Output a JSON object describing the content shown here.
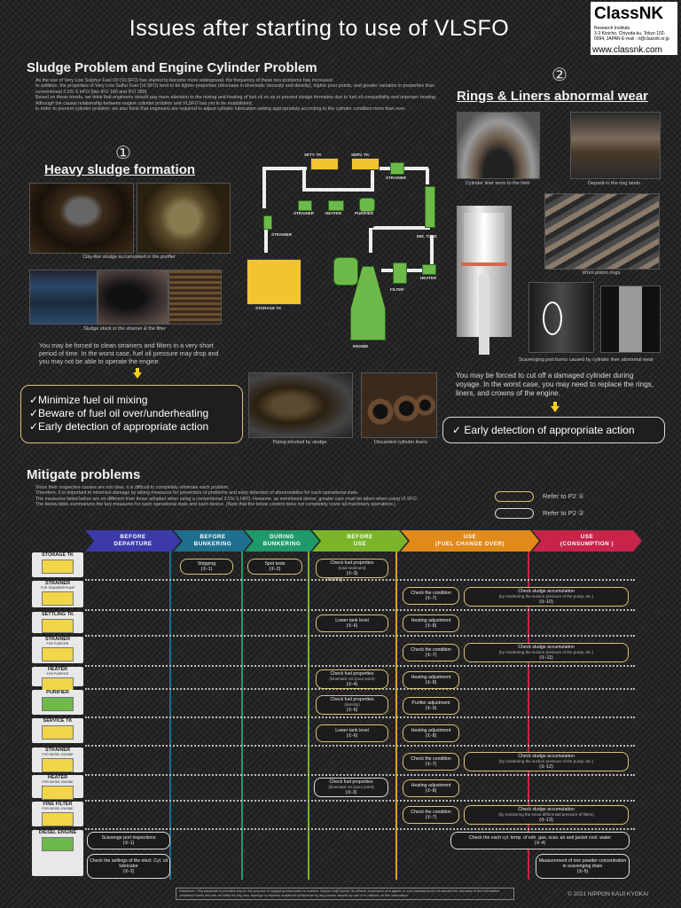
{
  "title": "Issues after starting to use of VLSFO",
  "logo": {
    "name": "ClassNK",
    "institute": "Research Institute",
    "address": "3-3 Kioicho, Chiyoda-ku, Tokyo 102-0094, JAPAN E-mail : ri@classnk.or.jp",
    "url": "www.classnk.com"
  },
  "section1": {
    "heading": "Sludge Problem and Engine Cylinder Problem",
    "paragraph": [
      "As the use of Very Low Sulphur Fuel Oil (VLSFO) has started to become more widespread, the frequency of these two problems has increased.",
      "In addition, the properties of Very Low Sulfur Fuel (VLSFO) tend to be lighter properties (decrease in kinematic viscosity and density), higher pour points, and greater variation in properties than conventional 3.5% S HFO (like IFO 180 and IFO 380).",
      "Based on these trends, we think that engineers should pay more attention to the mixing and heating of fuel oil so as to prevent sludge formation due to fuel oil compatibility and improper heating.",
      "Although the causal relationship between engine cylinder problem and VLSFO has yet to be established,",
      "in order to prevent cylinder problem, we also think that engineers are required to adjust cylinder lubrication setting appropriately according to the cylinder condition more than ever."
    ]
  },
  "sludge": {
    "number": "①",
    "heading": "Heavy sludge formation",
    "cap_purifier": "Clay-like sludge accumulated in the purifier",
    "cap_strainer": "Sludge stuck in the strainer & the filter",
    "note": "You may be forced to clean strainers and filters in a very short period of time. In the worst case, fuel oil pressure may drop and you may not be able to operate the engine.",
    "cap_piping": "Piping blocked by sludge",
    "cap_liners": "Discarded cylinder liners",
    "checks": [
      "✓Minimize fuel oil mixing",
      "✓Beware of fuel oil over/underheating",
      "✓Early detection of appropriate action"
    ]
  },
  "schematic": {
    "sett_tk": "SETT. TK",
    "serv_tk": "SERV. TK",
    "strainer": "STRAINER",
    "heater": "HEATER",
    "purifier": "PURIFIER",
    "mix_tube": "MIX. TUBE",
    "storage_tk": "STORAGE TK",
    "filter": "FILTER",
    "engine": "ENGINE"
  },
  "rings": {
    "number": "②",
    "heading": "Rings & Liners abnormal wear",
    "cap_liner": "Cylinder liner worn to the limit",
    "cap_deposit": "Deposit in the ring lands",
    "cap_piston": "Worn piston rings",
    "cap_scav": "Scavenging port burns caused by cylinder liner abnormal wear",
    "note": "You may be forced to cut off a damaged cylinder during voyage. In the worst case, you may need to replace the rings, liners, and crowns of the engine.",
    "check": "✓ Early detection of appropriate action"
  },
  "section2": {
    "heading": "Mitigate problems",
    "paragraph": [
      "Since their respective causes are not clear, it is difficult to completely eliminate each problem.",
      "Therefore, it is important to minimize damage by taking measures for prevention of problems and early detection of abnormalities for each operational state.",
      "The measures listed below are no different from those adopted when using a conventional 3.5% S HFO. However, as mentioned above, greater care must be taken when using VLSFO.",
      "The below table summarizes the key measures for each operational state and each device. (Note that the below content does not completely cover all machinery operations.)"
    ],
    "legend1": "Refer to P2 ①",
    "legend2": "Refer to P2 ②"
  },
  "phases": [
    {
      "l1": "BEFORE",
      "l2": "DEPARTURE",
      "color": "#3b3aa8"
    },
    {
      "l1": "BEFORE",
      "l2": "BUNKERING",
      "color": "#1f6f8f"
    },
    {
      "l1": "DURING",
      "l2": "BUNKERING",
      "color": "#1f9a6a"
    },
    {
      "l1": "BEFORE",
      "l2": "USE",
      "color": "#7ab52a"
    },
    {
      "l1": "USE",
      "l2": "(FUEL CHANGE OVER)",
      "color": "#e08a1a"
    },
    {
      "l1": "USE",
      "l2": "(CONSUMPTION )",
      "color": "#c8244a"
    }
  ],
  "rows": [
    {
      "name": "STORAGE TK",
      "sub": ""
    },
    {
      "name": "STRAINER",
      "sub": "FOR TRANSFER PUMP"
    },
    {
      "name": "SETTLING TK",
      "sub": ""
    },
    {
      "name": "STRAINER",
      "sub": "FOR PURIFIER"
    },
    {
      "name": "HEATER",
      "sub": "FOR PURIFIER"
    },
    {
      "name": "PURIFIER",
      "sub": ""
    },
    {
      "name": "SERVICE TK",
      "sub": ""
    },
    {
      "name": "STRAINER",
      "sub": "FOR DIESEL ENGINE"
    },
    {
      "name": "HEATER",
      "sub": "FOR DIESEL ENGINE"
    },
    {
      "name": "FINE FILTER",
      "sub": "FOR DIESEL ENGINE"
    },
    {
      "name": "DIESEL ENGINE",
      "sub": ""
    }
  ],
  "table_items": {
    "stripping": {
      "t": "Stripping",
      "r": "(①-1)"
    },
    "spot_tests": {
      "t": "Spot tests",
      "r": "(①-2)"
    },
    "check_fuel_props_1": {
      "t": "Check fuel properties",
      "s": "(total sediment)",
      "r": "(①-3)"
    },
    "heating": "Heating",
    "check_cond_1": {
      "t": "Check the condition",
      "r": "(①-7)"
    },
    "sludge_acc_1": {
      "t": "Check sludge accumulation",
      "s": "(by monitoring the suction pressure of the pump, etc.)",
      "r": "(①-10)"
    },
    "lower_tank_1": {
      "t": "Lower tank level",
      "r": "(①-6)"
    },
    "heat_adj_1": {
      "t": "Heating adjustment",
      "r": "(①-8)"
    },
    "check_cond_2": {
      "t": "Check the condition",
      "r": "(①-7)"
    },
    "sludge_acc_2": {
      "t": "Check sludge accumulation",
      "s": "(by monitoring the suction pressure of the pump, etc.)",
      "r": "(①-11)"
    },
    "check_fuel_props_2": {
      "t": "Check fuel properties",
      "s": "(kinematic vis./pour point)",
      "r": "(①-4)"
    },
    "heat_adj_2": {
      "t": "Heating adjustment",
      "r": "(①-8)"
    },
    "check_fuel_props_3": {
      "t": "Check fuel properties",
      "s": "(density)",
      "r": "(①-5)"
    },
    "purifier_adj": {
      "t": "Purifier adjustment",
      "r": "(①-9)"
    },
    "lower_tank_2": {
      "t": "Lower tank level",
      "r": "(①-6)"
    },
    "heat_adj_3": {
      "t": "Heating adjustment",
      "r": "(①-8)"
    },
    "check_cond_3": {
      "t": "Check the condition",
      "r": "(①-7)"
    },
    "sludge_acc_3": {
      "t": "Check sludge accumulation",
      "s": "(by monitoring the suction pressure of the pump, etc.)",
      "r": "(①-12)"
    },
    "check_fuel_props_4": {
      "t": "Check fuel properties",
      "s": "(kinematic vis./pour point)",
      "r": "(②-3)"
    },
    "heat_adj_4": {
      "t": "Heating adjustment",
      "r": "(①-8)"
    },
    "check_cond_4": {
      "t": "Check the condition",
      "r": "(①-7)"
    },
    "sludge_acc_4": {
      "t": "Check sludge accumulation",
      "s": "(by monitoring the in/out differential pressure of filters)",
      "r": "(①-13)"
    },
    "scav_insp": {
      "t": "Scavenge port inspections",
      "r": "(②-1)"
    },
    "cyl_temp": {
      "t": "Check the each cyl. temp. of exh. gas, scav. air and jacket cool. water",
      "r": "(②-4)"
    },
    "cyl_lub": {
      "t": "Check the settings of the elect. Cyl. oil lubricator",
      "r": "(②-2)"
    },
    "iron_powder": {
      "t": "Measurement of iron powder concentration in scavenging drain",
      "r": "(②-5)"
    }
  },
  "disclaimer": "Disclaimer: This pamphlet is provided only for the purpose of supplying information to readers. Nippon Kaiji Kyokai, its officers, employees and agents or sub-contractors do not warrant the accuracy of the information contained herein and are not liable for any loss, damage or expense sustained whatsoever by any person caused by use of or reliance on this information.",
  "copyright": "© 2021 NIPPON KAIJI KYOKAI",
  "colors": {
    "accent_gold": "#d9c27a",
    "schematic_yellow": "#f2c530",
    "schematic_green": "#6dba4a"
  }
}
